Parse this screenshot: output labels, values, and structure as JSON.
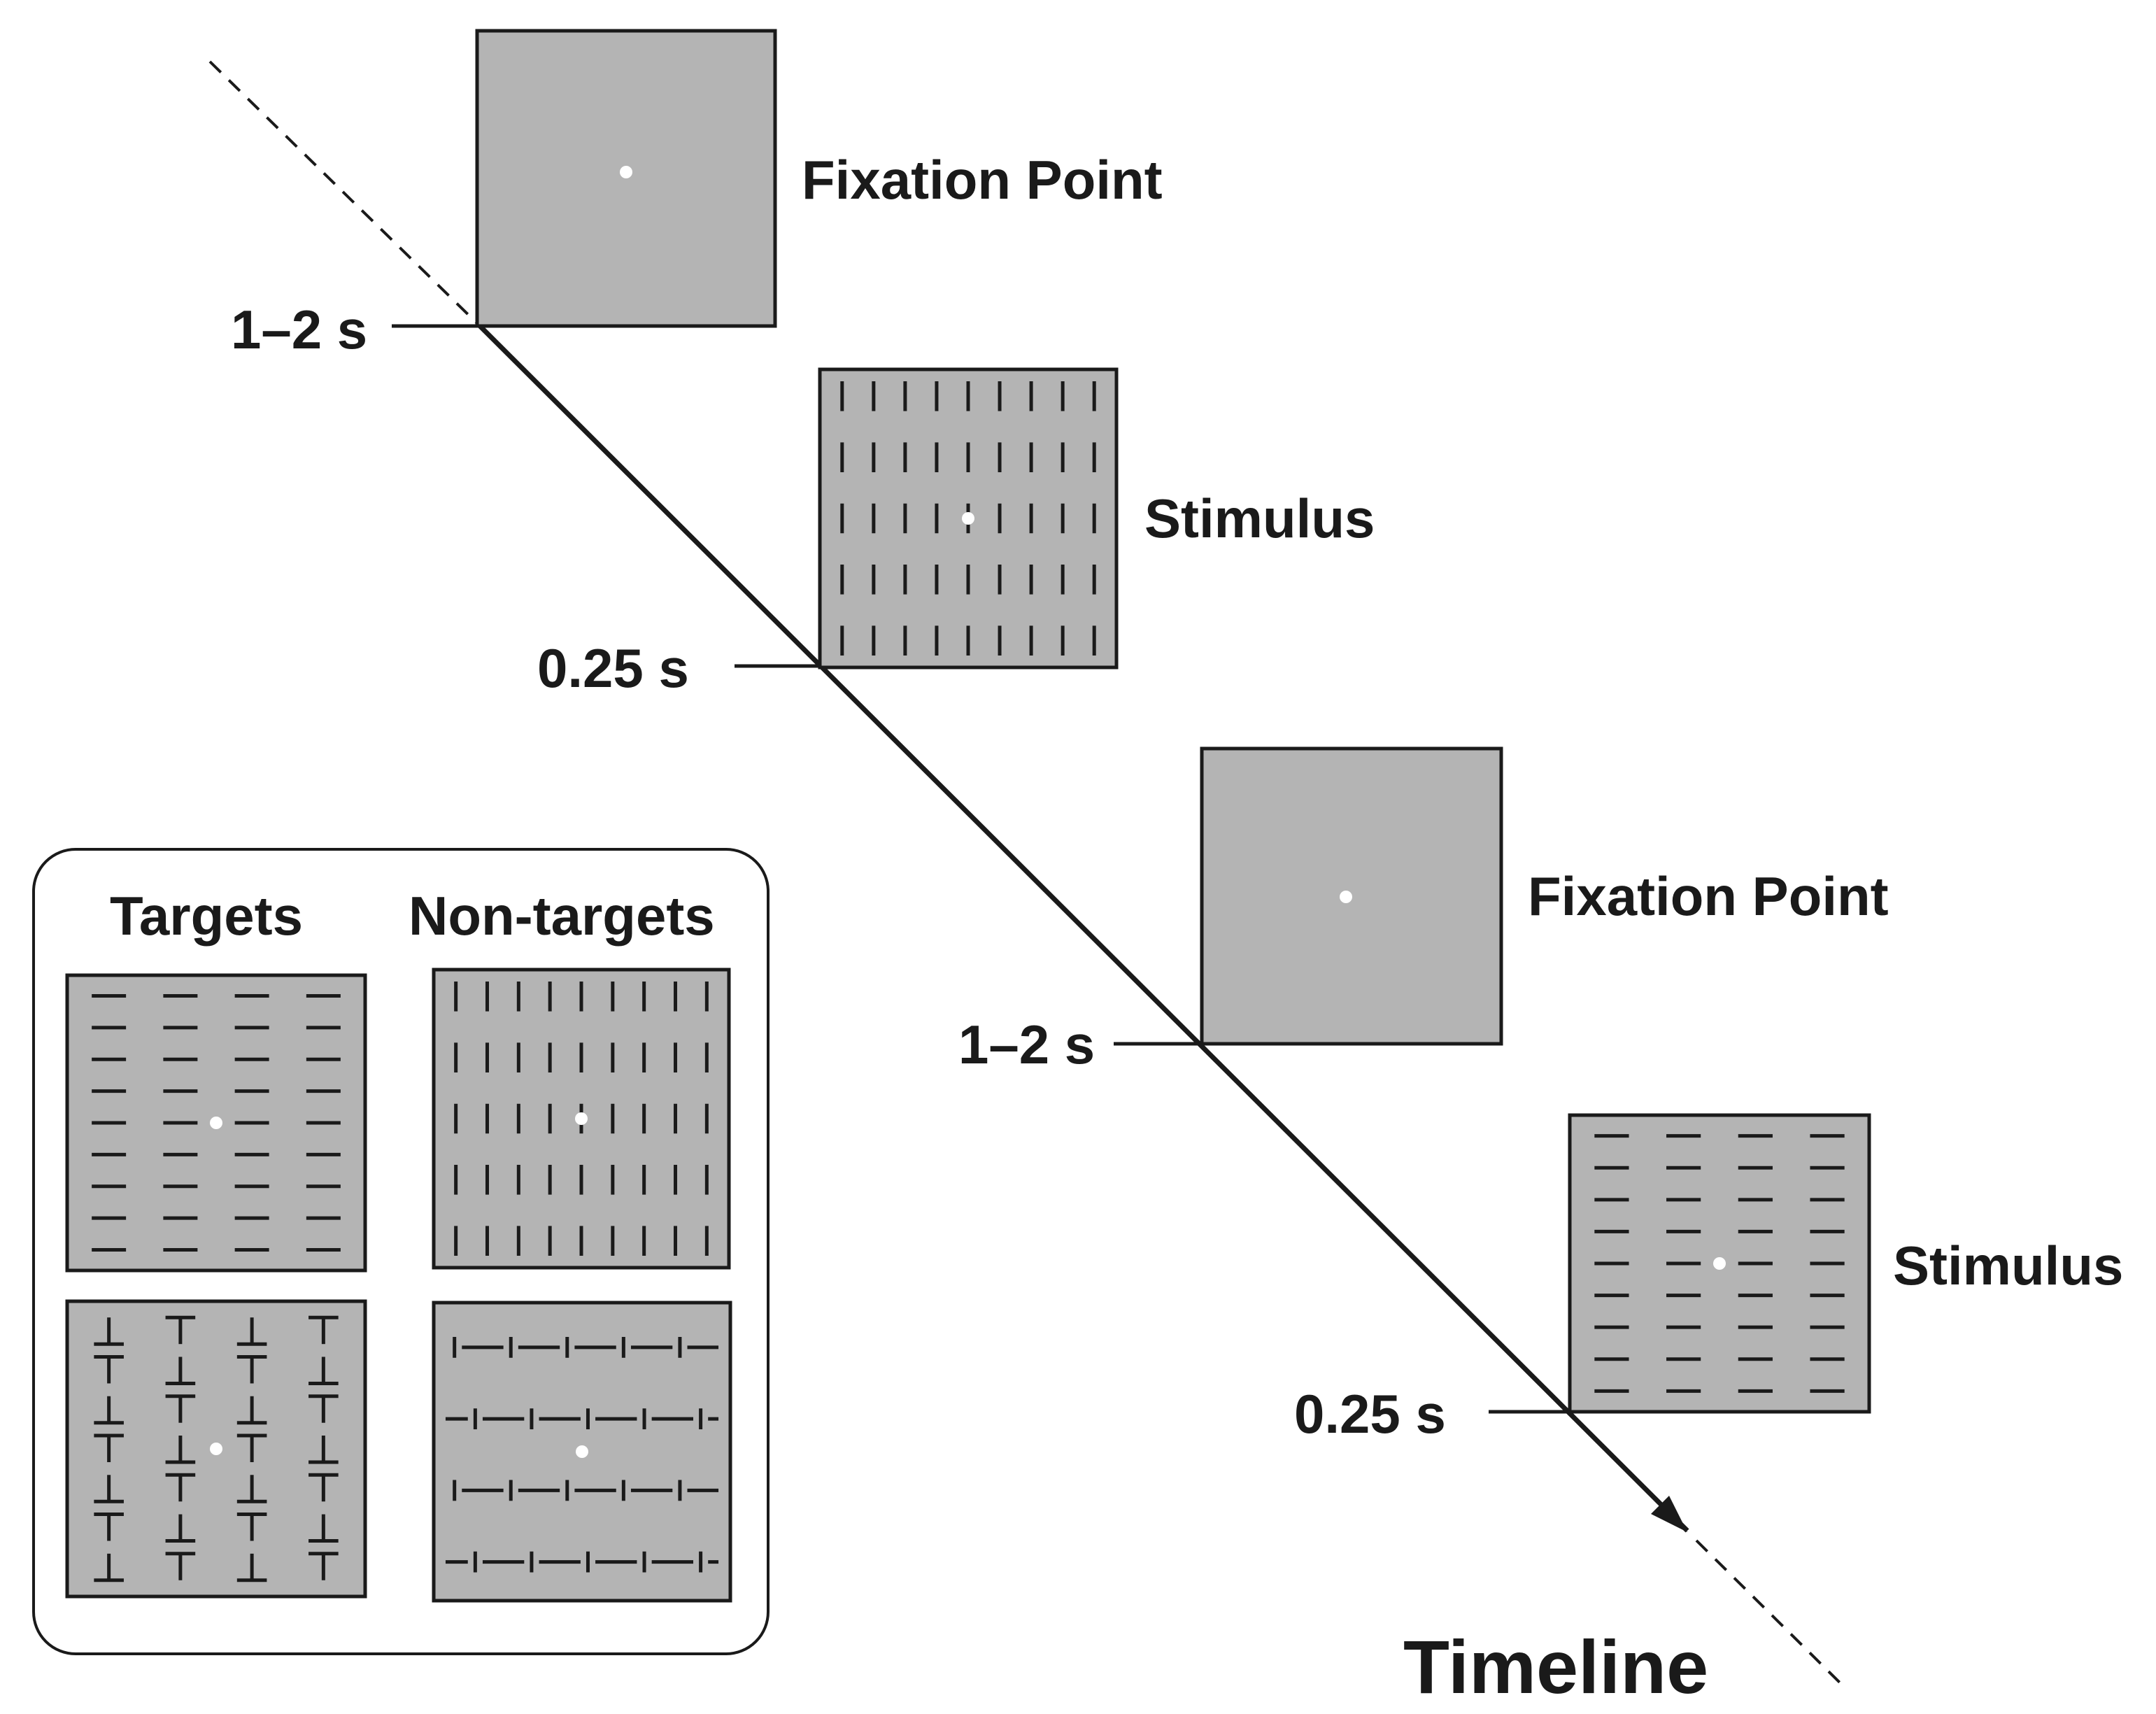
{
  "colors": {
    "panel_fill": "#b4b4b4",
    "stroke": "#1a1a1a",
    "dot": "#ffffff",
    "background": "#ffffff"
  },
  "sequence": [
    {
      "label": "Fixation Point",
      "duration": "1–2 s",
      "pattern": "fixation"
    },
    {
      "label": "Stimulus",
      "duration": "0.25 s",
      "pattern": "vertical"
    },
    {
      "label": "Fixation Point",
      "duration": "1–2 s",
      "pattern": "fixation"
    },
    {
      "label": "Stimulus",
      "duration": "0.25 s",
      "pattern": "horizontal"
    }
  ],
  "timeline_label": "Timeline",
  "legend": {
    "targets_title": "Targets",
    "nontargets_title": "Non-targets",
    "panels": [
      {
        "group": "targets",
        "pattern": "horizontal"
      },
      {
        "group": "nontargets",
        "pattern": "vertical"
      },
      {
        "group": "targets",
        "pattern": "t-junctions"
      },
      {
        "group": "nontargets",
        "pattern": "dash-bars"
      }
    ]
  }
}
